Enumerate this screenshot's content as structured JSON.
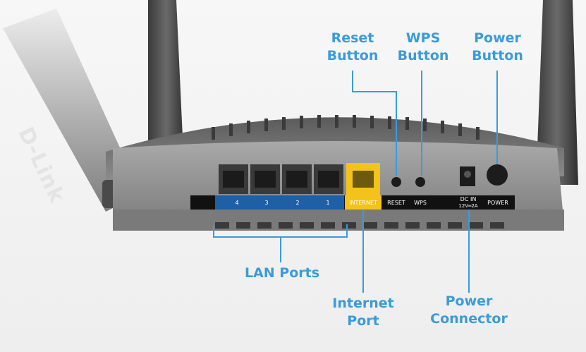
{
  "brand": "D-Link",
  "device_labels": {
    "ports": [
      "4",
      "3",
      "2",
      "1"
    ],
    "internet": "INTERNET",
    "reset": "RESET",
    "wps": "WPS",
    "dc_in_line1": "DC IN",
    "dc_in_line2": "12V═2A",
    "power": "POWER"
  },
  "callouts": {
    "reset_button": "Reset\nButton",
    "wps_button": "WPS\nButton",
    "power_button": "Power\nButton",
    "lan_ports": "LAN Ports",
    "internet_port": "Internet\nPort",
    "power_connector": "Power\nConnector"
  },
  "colors": {
    "callout": "#3b9bd8",
    "lan_strip": "#1f5fa6",
    "internet_port": "#f3c21b",
    "body": "#8f8f8f"
  }
}
